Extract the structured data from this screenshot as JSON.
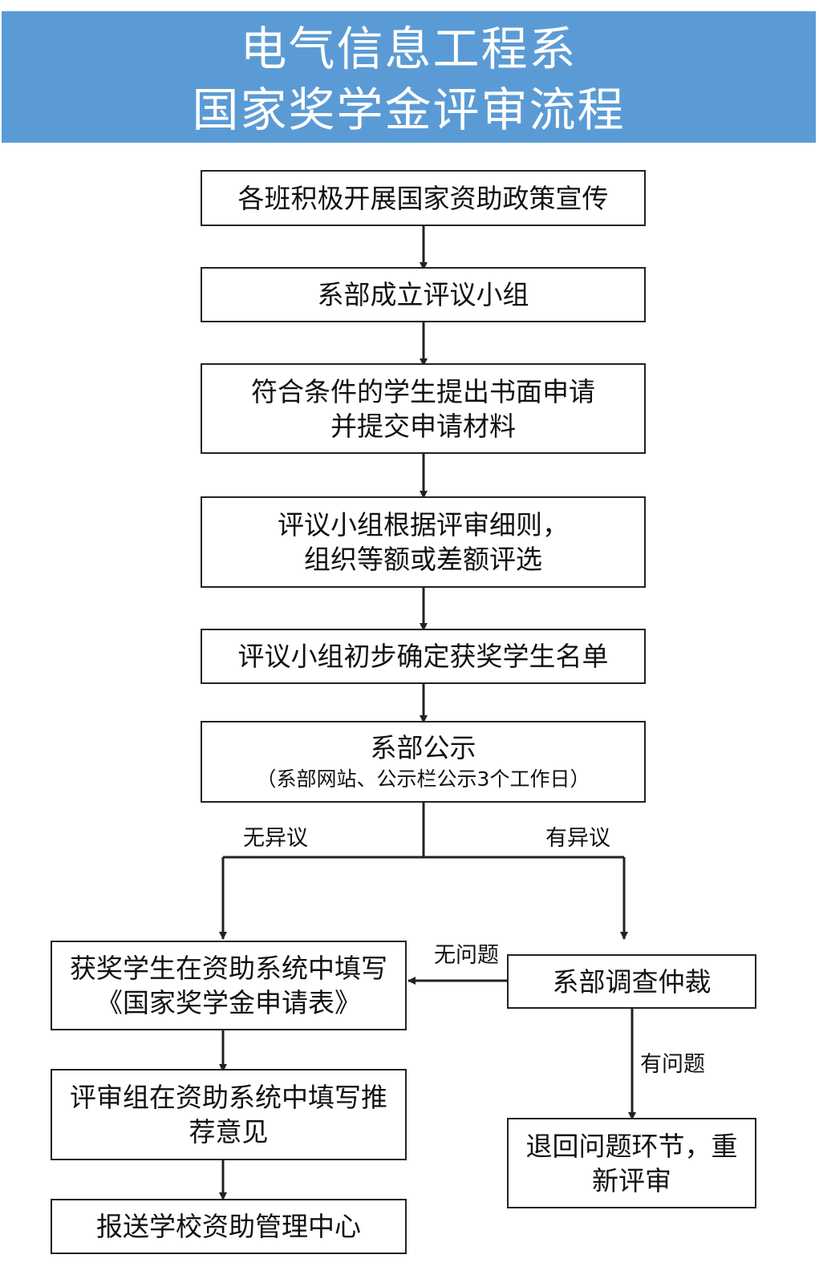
{
  "header": {
    "line1": "电气信息工程系",
    "line2": "国家奖学金评审流程"
  },
  "steps": {
    "s1": "各班积极开展国家资助政策宣传",
    "s2": "系部成立评议小组",
    "s3_line1": "符合条件的学生提出书面申请",
    "s3_line2": "并提交申请材料",
    "s4_line1": "评议小组根据评审细则，",
    "s4_line2": "组织等额或差额评选",
    "s5": "评议小组初步确定获奖学生名单",
    "s6_line1": "系部公示",
    "s6_line2": "（系部网站、公示栏公示3个工作日）",
    "left1_line1": "获奖学生在资助系统中填写",
    "left1_line2": "《国家奖学金申请表》",
    "left2_line1": "评审组在资助系统中填写推",
    "left2_line2": "荐意见",
    "left3": "报送学校资助管理中心",
    "right1": "系部调查仲裁",
    "right2_line1": "退回问题环节，重",
    "right2_line2": "新评审"
  },
  "labels": {
    "no_objection": "无异议",
    "has_objection": "有异议",
    "no_problem": "无问题",
    "has_problem": "有问题"
  },
  "colors": {
    "header_bg": "#5b9bd5",
    "line": "#222222"
  }
}
